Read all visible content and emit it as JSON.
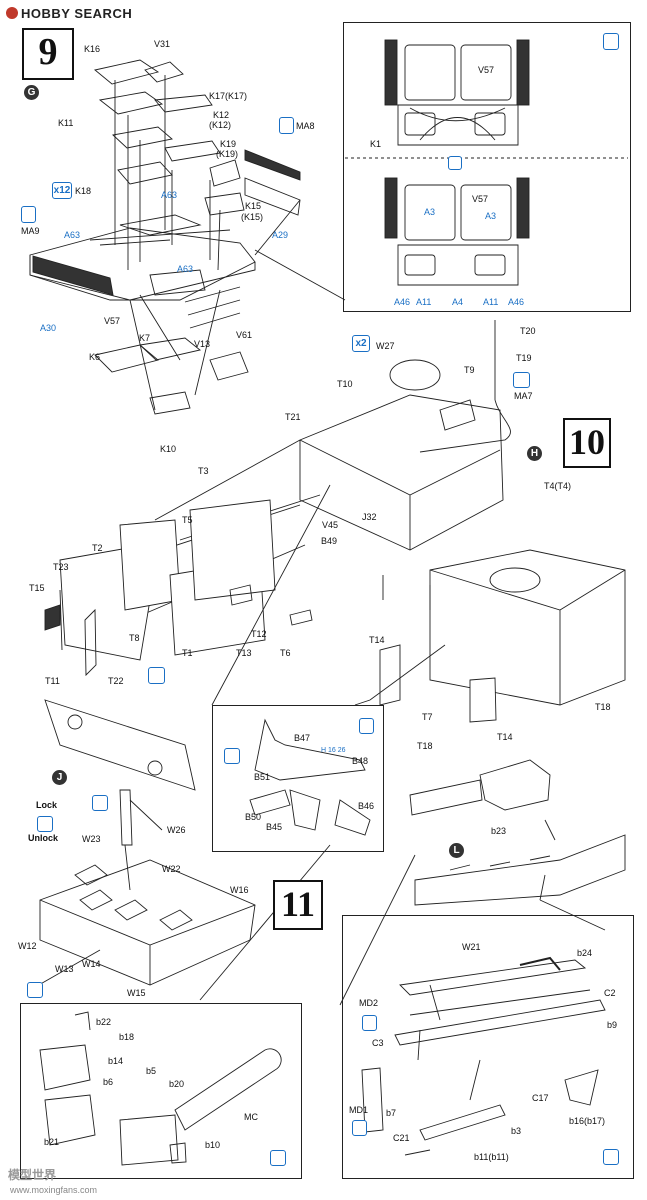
{
  "brand": {
    "name": "HOBBY SEARCH"
  },
  "steps": {
    "s9": "9",
    "s10": "10",
    "s11": "11"
  },
  "circles": {
    "G": "G",
    "H": "H",
    "J": "J",
    "L": "L"
  },
  "icons": {
    "x12": "x12",
    "x2": "x2",
    "h_qty": "H 16 26"
  },
  "lock": {
    "lock": "Lock",
    "unlock": "Unlock"
  },
  "labels": {
    "K16": "K16",
    "V31": "V31",
    "K17": "K17(K17)",
    "K11": "K11",
    "K12a": "K12",
    "K12b": "(K12)",
    "K19a": "K19",
    "K19b": "(K19)",
    "MA8": "MA8",
    "K18": "K18",
    "A63a": "A63",
    "A63b": "A63",
    "A63c": "A63",
    "MA9": "MA9",
    "K15a": "K15",
    "K15b": "(K15)",
    "A29": "A29",
    "A30": "A30",
    "V57": "V57",
    "K7": "K7",
    "V13": "V13",
    "V61": "V61",
    "K6": "K6",
    "K10": "K10",
    "iV57a": "V57",
    "iK1": "K1",
    "iV57b": "V57",
    "iA3a": "A3",
    "iA3b": "A3",
    "iA46a": "A46",
    "iA11a": "A11",
    "iA4": "A4",
    "iA11b": "A11",
    "iA46b": "A46",
    "W27": "W27",
    "T20": "T20",
    "T19": "T19",
    "T10": "T10",
    "T9": "T9",
    "MA7": "MA7",
    "T21": "T21",
    "T3": "T3",
    "T4": "T4(T4)",
    "T5": "T5",
    "V45": "V45",
    "J32": "J32",
    "T2": "T2",
    "B49": "B49",
    "T23": "T23",
    "T15": "T15",
    "T8": "T8",
    "T12": "T12",
    "T1": "T1",
    "T13": "T13",
    "T6": "T6",
    "T22": "T22",
    "T14a": "T14",
    "T7": "T7",
    "T18a": "T18",
    "T18b": "T18",
    "T14b": "T14",
    "T11": "T11",
    "B47": "B47",
    "B48": "B48",
    "B51": "B51",
    "B50": "B50",
    "B45": "B45",
    "B46": "B46",
    "W26": "W26",
    "W23": "W23",
    "W22": "W22",
    "W16": "W16",
    "W12": "W12",
    "W13": "W13",
    "W14": "W14",
    "W15": "W15",
    "b23": "b23",
    "W21": "W21",
    "b24": "b24",
    "MD2": "MD2",
    "C2": "C2",
    "b9": "b9",
    "C3": "C3",
    "C17": "C17",
    "MD1": "MD1",
    "b7": "b7",
    "b16": "b16(b17)",
    "C21": "C21",
    "b3": "b3",
    "b11": "b11(b11)",
    "b22": "b22",
    "b18": "b18",
    "b14": "b14",
    "b6": "b6",
    "b5": "b5",
    "b20": "b20",
    "MC": "MC",
    "b21": "b21",
    "b10": "b10"
  },
  "watermark": {
    "cn": "模型世界",
    "url": "www.moxingfans.com"
  }
}
